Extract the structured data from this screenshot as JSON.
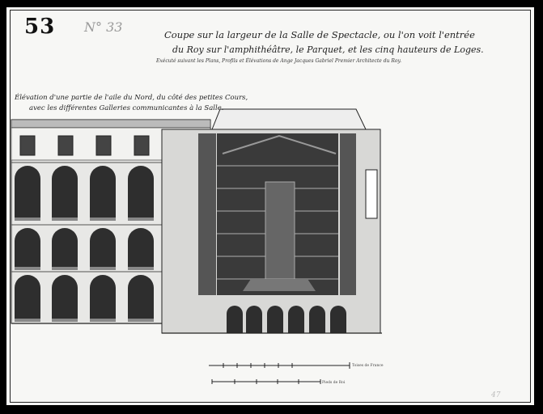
{
  "sheet_number": "53",
  "reference_number": "N° 33",
  "title": {
    "line1": "Coupe sur la largeur de la Salle de Spectacle, ou l'on voit l'entrée",
    "line2": "du Roy sur l'amphithéâtre, le Parquet, et les cinq hauteurs de Loges.",
    "line3": "Exécuté suivant les Plans, Profils et Élévations de Ange Jacques Gabriel Premier Architecte du Roy."
  },
  "elevation_caption": {
    "line1": "Élévation d'une partie de l'aile du Nord, du côté des petites Cours,",
    "line2": "avec les différentes Galleries communicantes à la Salle."
  },
  "scales": {
    "scale1_label": "Toises de France",
    "scale2_label": "Pieds de Roi"
  },
  "corner_mark": "47",
  "colors": {
    "ink": "#222222",
    "paper": "#f7f7f5",
    "wash": "#3a3a3a"
  }
}
